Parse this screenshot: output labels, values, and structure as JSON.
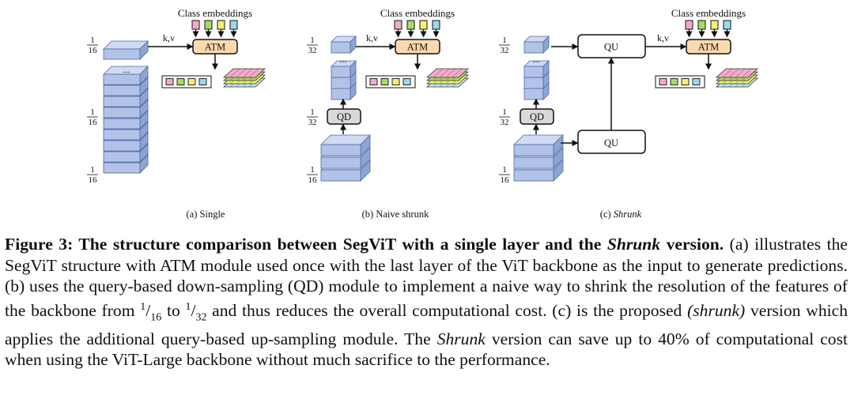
{
  "figure": {
    "panels": [
      {
        "id": "single",
        "caption": "(a) Single",
        "class_label": "Class embeddings",
        "kv_label": "k,v",
        "atm_label": "ATM",
        "ellipsis": "...",
        "fractions": [
          {
            "num": "1",
            "den": "16"
          },
          {
            "num": "1",
            "den": "16"
          },
          {
            "num": "1",
            "den": "16"
          }
        ]
      },
      {
        "id": "naive",
        "caption": "(b) Naive shrunk",
        "class_label": "Class embeddings",
        "kv_label": "k,v",
        "atm_label": "ATM",
        "qd_label": "QD",
        "ellipsis": "...",
        "fractions": [
          {
            "num": "1",
            "den": "32"
          },
          {
            "num": "1",
            "den": "32"
          },
          {
            "num": "1",
            "den": "16"
          }
        ]
      },
      {
        "id": "shrunk",
        "caption_prefix": "(c) ",
        "caption_italic": "Shrunk",
        "class_label": "Class embeddings",
        "kv_label": "k,v",
        "atm_label": "ATM",
        "qd_label": "QD",
        "qu_top_label": "QU",
        "qu_bottom_label": "QU",
        "ellipsis": "...",
        "fractions": [
          {
            "num": "1",
            "den": "32"
          },
          {
            "num": "1",
            "den": "32"
          },
          {
            "num": "1",
            "den": "16"
          }
        ]
      }
    ],
    "colors": {
      "layer_fill": "#b3c3e8",
      "layer_top": "#cfdaf3",
      "layer_side": "#8fa4d2",
      "layer_stroke": "#4f6aa8",
      "atm_fill": "#fbd9b0",
      "qd_fill": "#d9d9d9",
      "emb_pink": "#f5a9c9",
      "emb_green": "#a6dc62",
      "emb_yellow": "#f6ef72",
      "emb_blue": "#9fd6ef"
    }
  },
  "caption": {
    "lead": "Figure 3: The structure comparison between SegViT with a single layer and the ",
    "lead_italic": "Shrunk",
    "lead_end": " version.",
    "text1": " (a) illustrates the SegViT structure with ATM module used once with the last layer of the ViT backbone as the input to generate predictions. (b) uses the query-based down-sampling (QD) module to implement a naive way to shrink the resolution of the features of the backbone from ",
    "frac1_num": "1",
    "frac1_den": "16",
    "text2": " to ",
    "frac2_num": "1",
    "frac2_den": "32",
    "text3": " and thus reduces the overall computational cost. (c) is the proposed ",
    "text3_paren": "(shrunk)",
    "text4": " version which applies the additional query-based up-sampling module. The ",
    "text4_italic": "Shrunk",
    "text5": " version can save up to 40% of computational cost when using the ViT-Large backbone without much sacrifice to the performance."
  }
}
